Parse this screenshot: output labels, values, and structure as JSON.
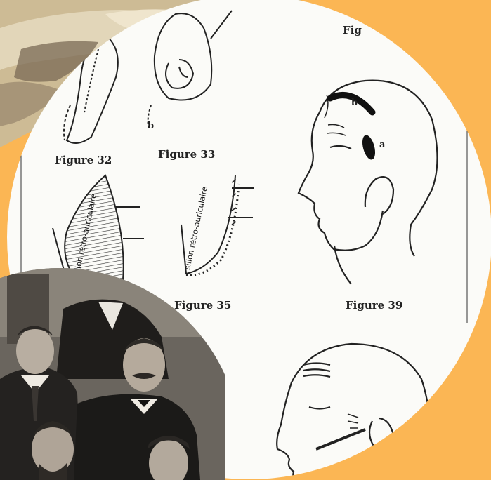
{
  "collage": {
    "background_color": "#fbb654",
    "plate_background": "#fbfbf8",
    "sepia_tone": "#c9b690",
    "photo_tone": "#5b5650"
  },
  "figures": {
    "fig32": "Figure 32",
    "fig33": "Figure 33",
    "fig35": "Figure 35",
    "fig39": "Figure 39",
    "fig_top": "Fig",
    "label_b_33": "b",
    "label_a": "a",
    "label_b_39": "b",
    "sillon_a": "sillon rétro-auriculaire",
    "sillon_b": "sillon rétro-auriculaire"
  }
}
